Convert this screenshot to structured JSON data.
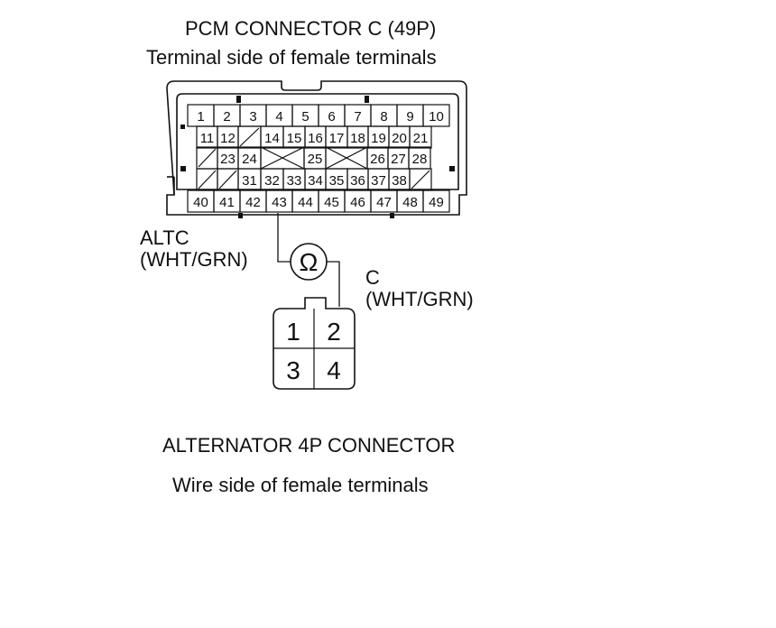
{
  "pcm": {
    "title": "PCM CONNECTOR C (49P)",
    "subtitle": "Terminal side of female terminals",
    "terminals": {
      "row1": [
        "1",
        "2",
        "3",
        "4",
        "5",
        "6",
        "7",
        "8",
        "9",
        "10"
      ],
      "row2": [
        "11",
        "12",
        "",
        "14",
        "15",
        "16",
        "17",
        "18",
        "19",
        "20",
        "21"
      ],
      "row3": [
        "",
        "23",
        "24",
        "",
        "25",
        "",
        "26",
        "27",
        "28"
      ],
      "row4": [
        "",
        "",
        "31",
        "32",
        "33",
        "34",
        "35",
        "36",
        "37",
        "38",
        ""
      ],
      "row5": [
        "40",
        "41",
        "42",
        "43",
        "44",
        "45",
        "46",
        "47",
        "48",
        "49"
      ]
    }
  },
  "wires": {
    "altc_name": "ALTC",
    "altc_color": "(WHT/GRN)",
    "c_name": "C",
    "c_color": "(WHT/GRN)",
    "meter_symbol": "Ω"
  },
  "alternator": {
    "title": "ALTERNATOR 4P CONNECTOR",
    "subtitle": "Wire side of female terminals",
    "terminals": [
      "1",
      "2",
      "3",
      "4"
    ]
  }
}
